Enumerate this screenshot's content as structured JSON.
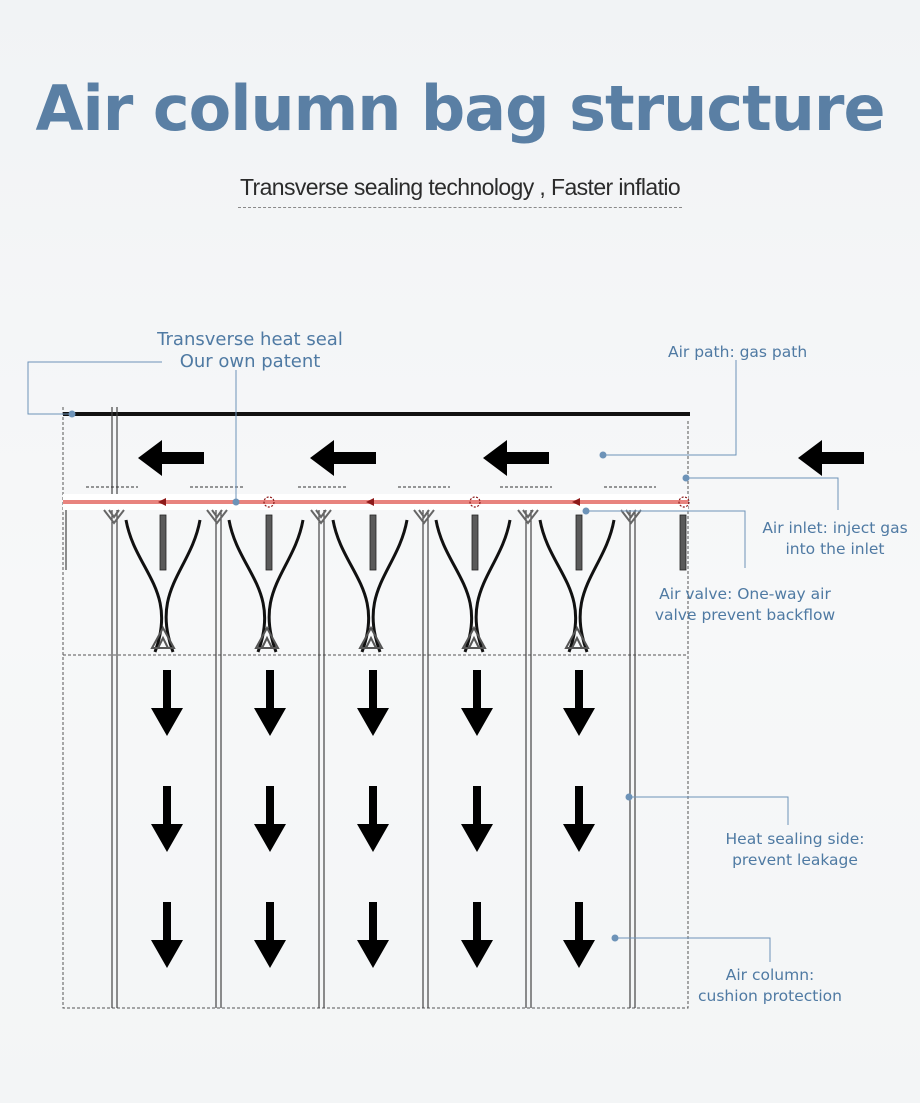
{
  "title": "Air column bag structure",
  "subtitle": "Transverse sealing technology , Faster inflatio",
  "labels": {
    "heat_seal_line1": "Transverse heat seal",
    "heat_seal_line2": "Our own patent",
    "air_path": "Air path: gas path",
    "air_inlet_line1": "Air inlet: inject gas",
    "air_inlet_line2": "into the inlet",
    "air_valve_line1": "Air valve: One-way air",
    "air_valve_line2": "valve prevent backflow",
    "heat_side_line1": "Heat sealing side:",
    "heat_side_line2": "prevent leakage",
    "air_column_line1": "Air column:",
    "air_column_line2": "cushion protection"
  },
  "colors": {
    "title": "#5a7fa4",
    "label": "#4f7aa3",
    "leader": "#6d93b8",
    "heat_seal": "#e8837e",
    "arrows": "#000000"
  },
  "icons": [
    "left-arrow-icon",
    "down-arrow-icon",
    "valve-chevron-icon",
    "valve-flap-icon"
  ]
}
